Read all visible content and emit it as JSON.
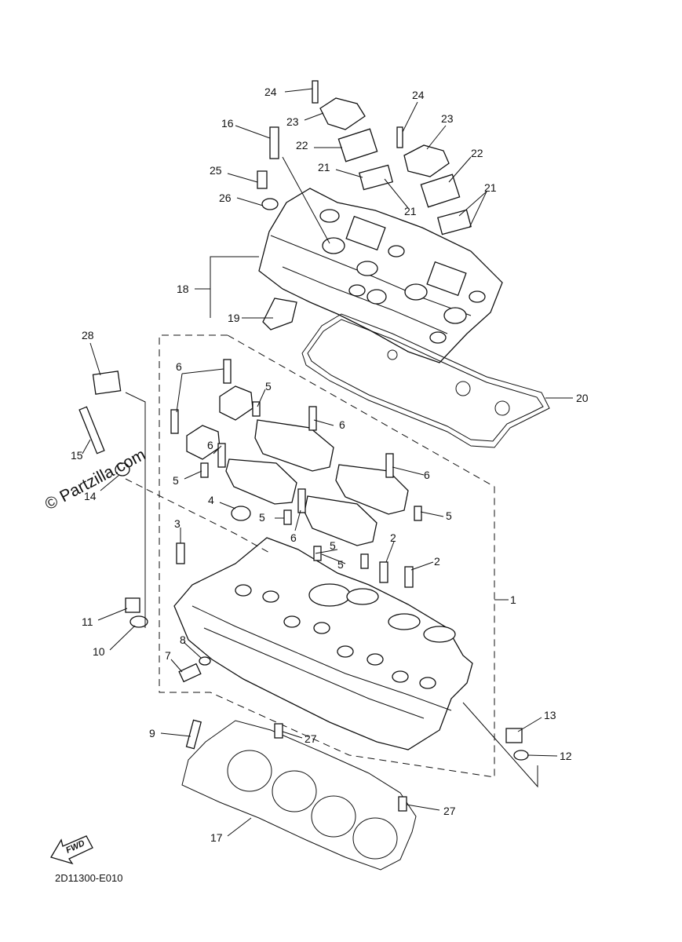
{
  "diagram": {
    "callouts": [
      "1",
      "2",
      "3",
      "4",
      "5",
      "6",
      "7",
      "8",
      "9",
      "10",
      "11",
      "12",
      "13",
      "14",
      "15",
      "16",
      "17",
      "18",
      "19",
      "20",
      "21",
      "22",
      "23",
      "24",
      "25",
      "26",
      "27",
      "28"
    ],
    "watermark": "© Partzilla.com",
    "diagram_code": "2D11300-E010",
    "direction_label": "FWD"
  }
}
